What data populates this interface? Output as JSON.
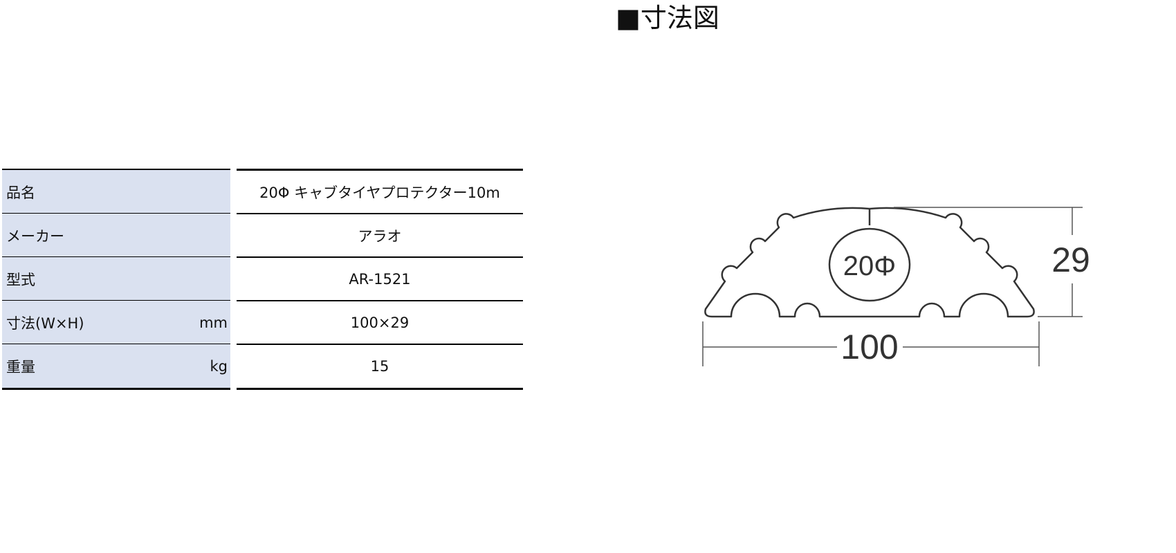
{
  "spec_table": {
    "rows": [
      {
        "label": "品名",
        "unit": "",
        "value": "20Φ キャブタイヤプロテクター10m"
      },
      {
        "label": "メーカー",
        "unit": "",
        "value": "アラオ"
      },
      {
        "label": "型式",
        "unit": "",
        "value": "AR-1521"
      },
      {
        "label": "寸法(W×H)",
        "unit": "mm",
        "value": "100×29"
      },
      {
        "label": "重量",
        "unit": "kg",
        "value": "15"
      }
    ]
  },
  "diagram": {
    "heading": "■寸法図",
    "hole_label": "20Φ",
    "height_label": "29",
    "width_label": "100"
  }
}
